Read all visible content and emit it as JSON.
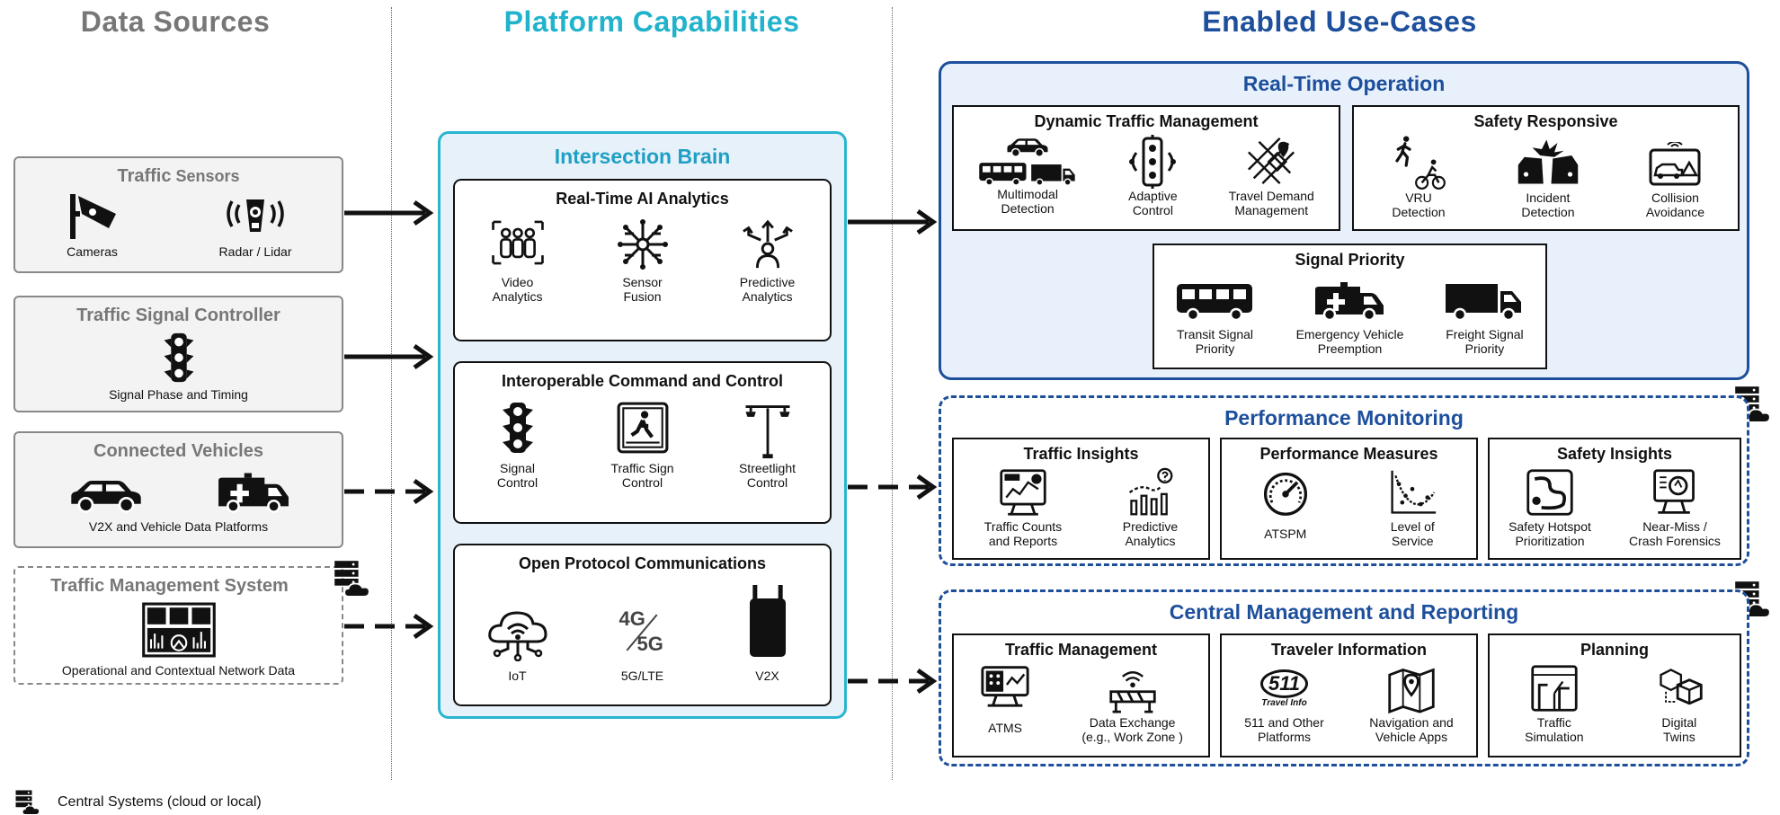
{
  "columns": {
    "sources": "Data Sources",
    "platform": "Platform Capabilities",
    "usecases": "Enabled Use-Cases"
  },
  "colors": {
    "sources": "#777777",
    "platform": "#22b3cc",
    "usecases": "#1d4f9c"
  },
  "sources": {
    "traffic_sensors": {
      "title_bold": "Traffic",
      "title_rest": " Sensors",
      "items": [
        "Cameras",
        "Radar / Lidar"
      ]
    },
    "signal_controller": {
      "title": "Traffic Signal Controller",
      "caption": "Signal Phase and Timing"
    },
    "connected_vehicles": {
      "title": "Connected Vehicles",
      "caption": "V2X and Vehicle Data Platforms"
    },
    "tms": {
      "title": "Traffic Management System",
      "caption": "Operational and Contextual Network Data"
    }
  },
  "brain": {
    "title": "Intersection Brain",
    "analytics": {
      "title": "Real-Time AI Analytics",
      "items": [
        "Video\nAnalytics",
        "Sensor\nFusion",
        "Predictive\nAnalytics"
      ]
    },
    "command": {
      "title": "Interoperable Command and Control",
      "items": [
        "Signal\nControl",
        "Traffic Sign\nControl",
        "Streetlight\nControl"
      ]
    },
    "protocol": {
      "title": "Open Protocol Communications",
      "items": [
        "IoT",
        "5G/LTE",
        "V2X"
      ],
      "icon_4g": "4G",
      "icon_5g": "5G"
    }
  },
  "realtime": {
    "title": "Real-Time Operation",
    "dtm": {
      "title": "Dynamic Traffic Management",
      "items": [
        "Multimodal\nDetection",
        "Adaptive\nControl",
        "Travel Demand\nManagement"
      ]
    },
    "safety": {
      "title": "Safety Responsive",
      "items": [
        "VRU\nDetection",
        "Incident\nDetection",
        "Collision\nAvoidance"
      ]
    },
    "priority": {
      "title": "Signal Priority",
      "items": [
        "Transit Signal\nPriority",
        "Emergency Vehicle\nPreemption",
        "Freight Signal\nPriority"
      ]
    }
  },
  "performance": {
    "title": "Performance Monitoring",
    "insights": {
      "title": "Traffic Insights",
      "items": [
        "Traffic Counts\nand Reports",
        "Predictive\nAnalytics"
      ]
    },
    "measures": {
      "title": "Performance Measures",
      "items": [
        "ATSPM",
        "Level of\nService"
      ]
    },
    "safety": {
      "title": "Safety Insights",
      "items": [
        "Safety Hotspot\nPrioritization",
        "Near-Miss /\nCrash Forensics"
      ]
    }
  },
  "central": {
    "title": "Central Management and Reporting",
    "tm": {
      "title": "Traffic Management",
      "items": [
        "ATMS",
        "Data Exchange\n(e.g., Work Zone )"
      ]
    },
    "traveler": {
      "title": "Traveler Information",
      "items": [
        "511 and Other\nPlatforms",
        "Navigation and\nVehicle Apps"
      ],
      "icon_511": "511",
      "icon_info": "Travel Info"
    },
    "planning": {
      "title": "Planning",
      "items": [
        "Traffic\nSimulation",
        "Digital\nTwins"
      ]
    }
  },
  "legend": {
    "text": "Central Systems (cloud or local)"
  }
}
